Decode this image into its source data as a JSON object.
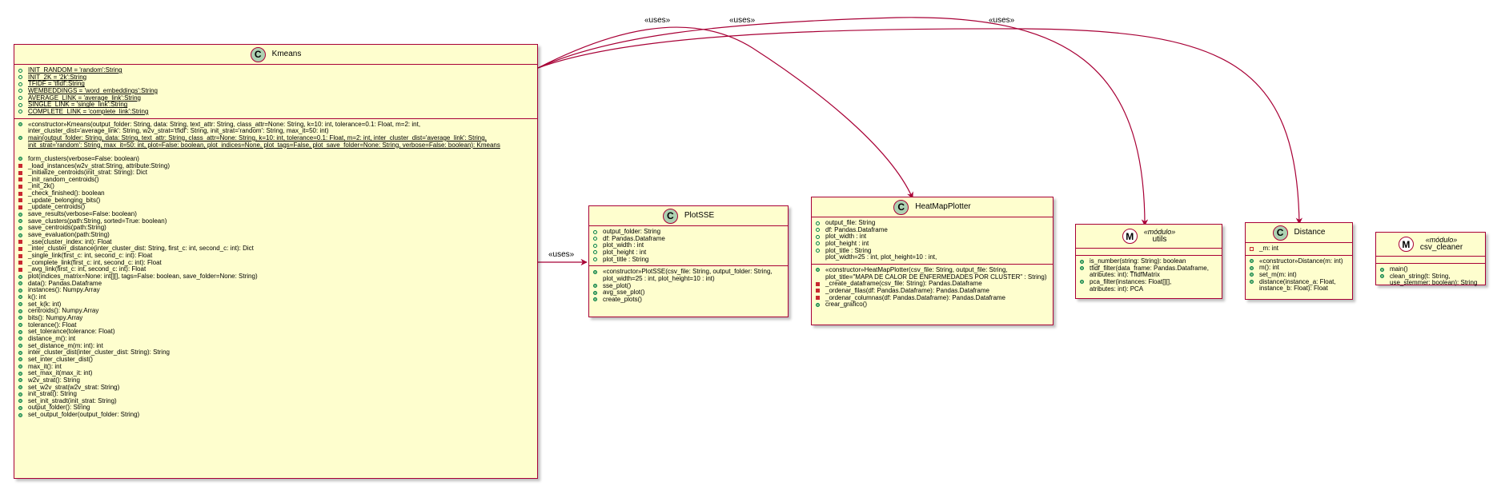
{
  "relation_label": "«uses»",
  "colors": {
    "border": "#A80036",
    "fill": "#FEFECE",
    "class_badge": "#ADD1B2",
    "public": "#84BE84",
    "private": "#C82930"
  },
  "classes": {
    "kmeans": {
      "name": "Kmeans",
      "badge": "C",
      "fields": [
        {
          "vis": "pub-o",
          "u": true,
          "text": "INIT_RANDOM = 'random':String"
        },
        {
          "vis": "pub-o",
          "u": true,
          "text": "INIT_2K = '2k':String"
        },
        {
          "vis": "pub-o",
          "u": true,
          "text": "TFIDF = 'tfidf':String"
        },
        {
          "vis": "pub-o",
          "u": true,
          "text": "WEMBEDDINGS = 'word_embeddings':String"
        },
        {
          "vis": "pub-o",
          "u": true,
          "text": "AVERAGE_LINK = 'average_link':String"
        },
        {
          "vis": "pub-o",
          "u": true,
          "text": "SINGLE_LINK = 'single_link':String"
        },
        {
          "vis": "pub-o",
          "u": true,
          "text": "COMPLETE_LINK = 'complete_link':String"
        }
      ],
      "methods": [
        {
          "vis": "pub-f",
          "text": "«constructor»Kmeans(output_folder: String, data: String, text_attr: String, class_attr=None: String, k=10: int, tolerance=0.1: Float, m=2: int,"
        },
        {
          "vis": "",
          "text": "inter_cluster_dist='average_link': String, w2v_strat='tfidf': String, init_strat='random': String, max_it=50: int)"
        },
        {
          "vis": "pub-f",
          "u": true,
          "text": "main(output_folder: String, data: String, text_attr: String, class_attr=None: String, k=10: int, tolerance=0.1: Float, m=2: int, inter_cluster_dist='average_link': String,"
        },
        {
          "vis": "",
          "u": true,
          "text": "init_strat='random': String, max_it=50: int, plot=False: boolean, plot_indices=None, plot_tags=False, plot_save_folder=None: String, verbose=False: boolean): Kmeans"
        },
        {
          "gap": true
        },
        {
          "vis": "pub-f",
          "text": "form_clusters(verbose=False: boolean)"
        },
        {
          "vis": "priv",
          "text": "_load_instances(w2v_strat:String, attribute:String)"
        },
        {
          "vis": "priv",
          "text": "_initialize_centroids(init_strat: String): Dict"
        },
        {
          "vis": "priv",
          "text": "_init_random_centroids()"
        },
        {
          "vis": "priv",
          "text": "_init_2k()"
        },
        {
          "vis": "priv",
          "text": "_check_finished(): boolean"
        },
        {
          "vis": "priv",
          "text": "_update_belonging_bits()"
        },
        {
          "vis": "priv",
          "text": "_update_centroids()"
        },
        {
          "vis": "pub-f",
          "text": "save_results(verbose=False: boolean)"
        },
        {
          "vis": "pub-f",
          "text": "save_clusters(path:String, sorted=True: boolean)"
        },
        {
          "vis": "pub-f",
          "text": "save_centroids(path:String)"
        },
        {
          "vis": "pub-f",
          "text": "save_evaluation(path:String)"
        },
        {
          "vis": "priv",
          "text": "_sse(cluster_index: int): Float"
        },
        {
          "vis": "priv",
          "text": "_inter_cluster_distance(inter_cluster_dist: String, first_c: int, second_c: int): Dict"
        },
        {
          "vis": "priv",
          "text": "_single_link(first_c: int, second_c: int): Float"
        },
        {
          "vis": "priv",
          "text": "_complete_link(first_c: int, second_c: int): Float"
        },
        {
          "vis": "priv",
          "text": "_avg_link(first_c: int, second_c: int): Float"
        },
        {
          "vis": "pub-f",
          "text": "plot(indices_matrix=None: int[][], tags=False: boolean, save_folder=None: String)"
        },
        {
          "vis": "pub-f",
          "text": "data(): Pandas.Dataframe"
        },
        {
          "vis": "pub-f",
          "text": "instances(): Numpy.Array"
        },
        {
          "vis": "pub-f",
          "text": "k(): int"
        },
        {
          "vis": "pub-f",
          "text": "set_k(k: int)"
        },
        {
          "vis": "pub-f",
          "text": "centroids(): Numpy.Array"
        },
        {
          "vis": "pub-f",
          "text": "bits(): Numpy.Array"
        },
        {
          "vis": "pub-f",
          "text": "tolerance(): Float"
        },
        {
          "vis": "pub-f",
          "text": "set_tolerance(tolerance: Float)"
        },
        {
          "vis": "pub-f",
          "text": "distance_m(): int"
        },
        {
          "vis": "pub-f",
          "text": "set_distance_m(m: int): int"
        },
        {
          "vis": "pub-f",
          "text": "inter_cluster_dist(inter_cluster_dist: String): String"
        },
        {
          "vis": "pub-f",
          "text": "set_inter_cluster_dist()"
        },
        {
          "vis": "pub-f",
          "text": "max_it(): int"
        },
        {
          "vis": "pub-f",
          "text": "set_max_it(max_it: int)"
        },
        {
          "vis": "pub-f",
          "text": "w2v_strat(): String"
        },
        {
          "vis": "pub-f",
          "text": "set_w2v_strat(w2v_strat: String)"
        },
        {
          "vis": "pub-f",
          "text": "init_strat(): String"
        },
        {
          "vis": "pub-f",
          "text": "set_init_stradt(init_strat: String)"
        },
        {
          "vis": "pub-f",
          "text": "output_folder(): String"
        },
        {
          "vis": "pub-f",
          "text": "set_output_folder(output_folder: String)"
        }
      ]
    },
    "plotsse": {
      "name": "PlotSSE",
      "badge": "C",
      "fields": [
        {
          "vis": "pub-o",
          "text": "output_folder: String"
        },
        {
          "vis": "pub-o",
          "text": "df: Pandas.Dataframe"
        },
        {
          "vis": "pub-o",
          "text": "plot_width : int"
        },
        {
          "vis": "pub-o",
          "text": "plot_height : int"
        },
        {
          "vis": "pub-o",
          "text": "plot_title : String"
        }
      ],
      "methods": [
        {
          "vis": "pub-f",
          "text": "«constructor»PlotSSE(csv_file: String, output_folder: String,"
        },
        {
          "vis": "",
          "text": "plot_width=25 : int, plot_height=10 : int)"
        },
        {
          "vis": "pub-f",
          "text": "sse_plot()"
        },
        {
          "vis": "pub-f",
          "text": "avg_sse_plot()"
        },
        {
          "vis": "pub-f",
          "text": "create_plots()"
        }
      ]
    },
    "heatmap": {
      "name": "HeatMapPlotter",
      "badge": "C",
      "fields": [
        {
          "vis": "pub-o",
          "text": "output_file: String"
        },
        {
          "vis": "pub-o",
          "text": "df: Pandas.Dataframe"
        },
        {
          "vis": "pub-o",
          "text": "plot_width : int"
        },
        {
          "vis": "pub-o",
          "text": "plot_height : int"
        },
        {
          "vis": "pub-o",
          "text": "plot_title : String"
        },
        {
          "vis": "",
          "text": "plot_width=25 : int, plot_height=10 : int,"
        }
      ],
      "methods": [
        {
          "vis": "pub-f",
          "text": "«constructor»HeatMapPlotter(csv_file: String, output_file: String,"
        },
        {
          "vis": "",
          "text": "plot_title=\"MAPA DE CALOR DE ENFERMEDADES POR CLUSTER\" : String)"
        },
        {
          "vis": "priv",
          "text": "_create_dataframe(csv_file: String): Pandas.Dataframe"
        },
        {
          "vis": "priv",
          "text": "_ordenar_filas(df: Pandas.Dataframe): Pandas.Dataframe"
        },
        {
          "vis": "priv",
          "text": "_ordenar_columnas(df: Pandas.Dataframe): Pandas.Dataframe"
        },
        {
          "vis": "pub-f",
          "text": "crear_grafico()"
        }
      ]
    },
    "utils": {
      "name": "utils",
      "stereotype": "«módulo»",
      "badge": "M",
      "fields": [],
      "methods": [
        {
          "vis": "pub-f",
          "text": "is_number(string: String): boolean"
        },
        {
          "vis": "pub-f",
          "text": "tfidf_filter(data_frame: Pandas.Dataframe,"
        },
        {
          "vis": "",
          "text": "atributes: int): TfidfMatrix"
        },
        {
          "vis": "pub-f",
          "text": "pca_filter(instances: Float[][],"
        },
        {
          "vis": "",
          "text": "atributes: int): PCA"
        }
      ]
    },
    "distance": {
      "name": "Distance",
      "badge": "C",
      "fields": [
        {
          "vis": "priv-o",
          "text": "_m: int"
        }
      ],
      "methods": [
        {
          "vis": "pub-f",
          "text": "«constructor»Distance(m: int)"
        },
        {
          "vis": "pub-f",
          "text": "m(): int"
        },
        {
          "vis": "pub-f",
          "text": "set_m(m: int)"
        },
        {
          "vis": "pub-f",
          "text": "distance(instance_a: Float,"
        },
        {
          "vis": "",
          "text": "instance_b: Float): Float"
        }
      ]
    },
    "csv_cleaner": {
      "name": "csv_cleaner",
      "stereotype": "«módulo»",
      "badge": "M",
      "fields": [],
      "methods": [
        {
          "vis": "pub-f",
          "text": "main()"
        },
        {
          "vis": "pub-f",
          "text": "clean_string(t: String,"
        },
        {
          "vis": "",
          "text": "use_stemmer: boolean): String"
        }
      ]
    }
  }
}
